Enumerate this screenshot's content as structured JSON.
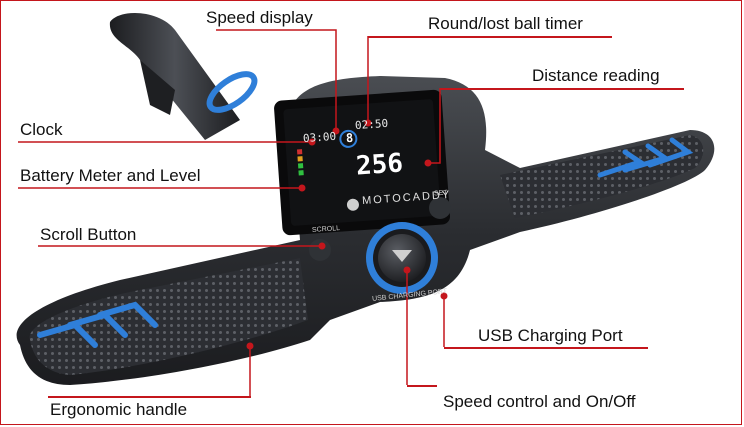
{
  "labels": {
    "speed_display": "Speed display",
    "timer": "Round/lost ball timer",
    "distance": "Distance reading",
    "clock": "Clock",
    "battery": "Battery Meter and Level",
    "scroll_button": "Scroll Button",
    "usb_port": "USB Charging Port",
    "speed_control": "Speed control and On/Off",
    "ergonomic_handle": "Ergonomic handle"
  },
  "device": {
    "clock_value": "03:00",
    "timer_value": "02:50",
    "speed_value": "8",
    "distance_value": "256",
    "brand": "MOTOCADDY",
    "scroll_text": "SCROLL",
    "set_text": "SET",
    "usb_text": "USB CHARGING PORT"
  },
  "colors": {
    "accent_blue": "#2f7fd9",
    "callout_red": "#c4161c",
    "body_dark": "#2a2c30"
  }
}
